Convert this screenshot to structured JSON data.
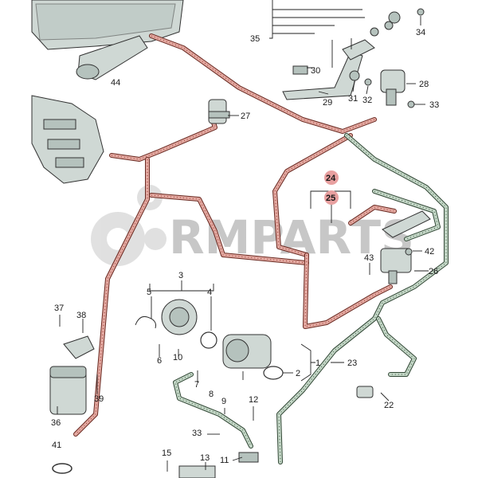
{
  "callouts": [
    "1",
    "2",
    "3",
    "4",
    "5",
    "6",
    "7",
    "8",
    "9",
    "10",
    "11",
    "12",
    "13",
    "15",
    "22",
    "23",
    "24",
    "25",
    "26",
    "27",
    "28",
    "29",
    "30",
    "31",
    "32",
    "33",
    "33",
    "34",
    "35",
    "36",
    "37",
    "38",
    "39",
    "41",
    "42",
    "43",
    "44"
  ],
  "highlighted_callouts": [
    "24",
    "25"
  ],
  "watermark": "RMPARTS",
  "colors": {
    "hose_red": "#e2a8a0",
    "hose_green": "#c3d6c6",
    "highlight": "#e8a0a0",
    "part": "#cfd8d4"
  }
}
